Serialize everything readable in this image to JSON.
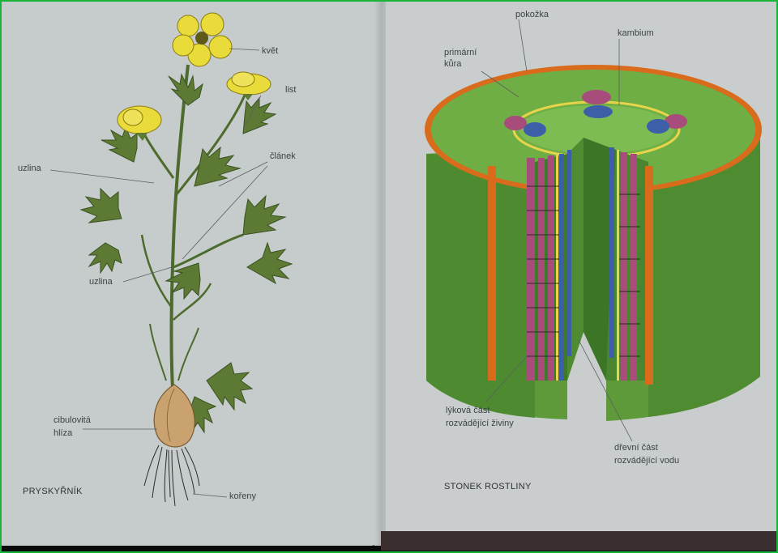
{
  "left_figure": {
    "caption": "PRYSKYŘNÍK",
    "labels": {
      "kvet": "květ",
      "list": "list",
      "uzlina_top": "uzlina",
      "clanek": "článek",
      "uzlina_mid": "uzlina",
      "hliza_line1": "cibulovitá",
      "hliza_line2": "hlíza",
      "koreny": "kořeny"
    }
  },
  "right_figure": {
    "caption": "STONEK ROSTLINY",
    "labels": {
      "pokozka": "pokožka",
      "kambium": "kambium",
      "primarni_line1": "primární",
      "primarni_line2": "kůra",
      "lyko_line1": "lýková část",
      "lyko_line2": "rozvádějící živiny",
      "drevo_line1": "dřevní část",
      "drevo_line2": "rozvádějící vodu"
    }
  },
  "colors": {
    "frame": "#19b33a",
    "page": "#c7cbcc",
    "stem_green": "#4f8a36",
    "bark_orange": "#d86c1c",
    "petal_yellow": "#e9dc3a",
    "phloem_pink": "#a84c7c",
    "xylem_blue": "#3d5fa8"
  }
}
